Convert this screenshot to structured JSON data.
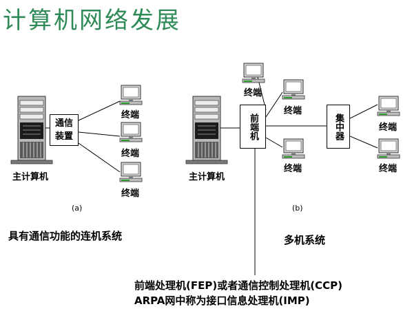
{
  "title": "计算机网络发展",
  "diagram_a": {
    "host_label": "主计算机",
    "device_label": "通信装置",
    "terminal_label": "终端",
    "sub_label": "(a)",
    "caption": "具有通信功能的连机系统"
  },
  "diagram_b": {
    "host_label": "主计算机",
    "fep_label": "前端机",
    "concentrator_label": "集中器",
    "terminal_label": "终端",
    "sub_label": "(b)",
    "caption": "多机系统"
  },
  "footnote": {
    "line1": "前端处理机(FEP)或者通信控制处理机(CCP)",
    "line2": "ARPA网中称为接口信息处理机(IMP)"
  }
}
